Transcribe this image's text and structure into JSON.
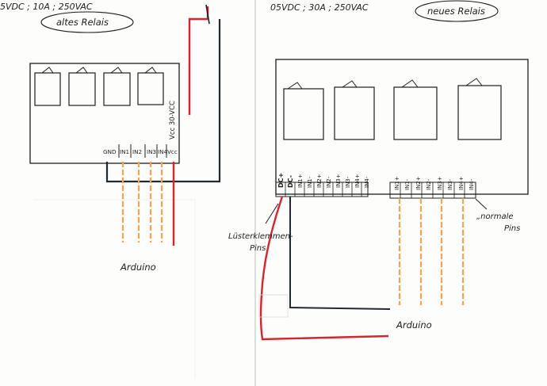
{
  "left_panel": {
    "spec_text": "5VDC ; 10A ; 250VAC",
    "relay_label": "altes Relais",
    "vcc_label": "Vcc 30-VCC",
    "pins": [
      "GND",
      "IN1",
      "IN2",
      "IN3",
      "IN4",
      "Vcc"
    ],
    "arduino_label": "Arduino"
  },
  "right_panel": {
    "spec_text": "05VDC ; 30A ; 250VAC",
    "relay_label": "neues Relais",
    "lusterklemmen_pins": [
      "DC+",
      "DC-",
      "IN1+",
      "IN1-",
      "IN2+",
      "IN2-",
      "IN3+",
      "IN3-",
      "IN4+",
      "IN4-"
    ],
    "normal_pins": [
      "IN1+",
      "IN1-",
      "IN2+",
      "IN2-",
      "IN3+",
      "IN3-",
      "IN4+",
      "IN4-"
    ],
    "lusterklemmen_label": "Lüsterklemmen-\nPins",
    "lusterklemmen_label_line1": "Lüsterklemmen-",
    "lusterklemmen_label_line2": "Pins",
    "normale_label_line1": "„normale",
    "normale_label_line2": "Pins",
    "arduino_label": "Arduino"
  },
  "colors": {
    "ink": "#1d1d1d",
    "wire_black": "#1f2a33",
    "wire_red": "#d6262d",
    "wire_orange": "#f2a35c",
    "paper": "#fdfdfc"
  }
}
